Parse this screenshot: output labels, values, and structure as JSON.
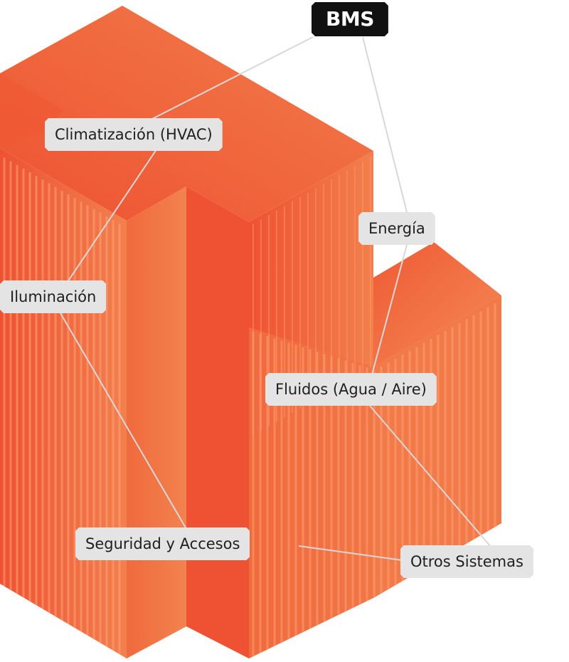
{
  "diagram": {
    "hub": {
      "label": "BMS"
    },
    "systems": [
      {
        "label": "Climatización (HVAC)"
      },
      {
        "label": "Energía"
      },
      {
        "label": "Iluminación"
      },
      {
        "label": "Fluidos (Agua / Aire)"
      },
      {
        "label": "Seguridad y Accesos"
      },
      {
        "label": "Otros Sistemas"
      }
    ]
  },
  "colors": {
    "building_light": "#f07a48",
    "building_dark": "#ee5232",
    "stripe_light": "#ffa27a",
    "label_bg": "#e4e4e4",
    "hub_bg": "#111111",
    "connector": "#d8d8d8"
  }
}
